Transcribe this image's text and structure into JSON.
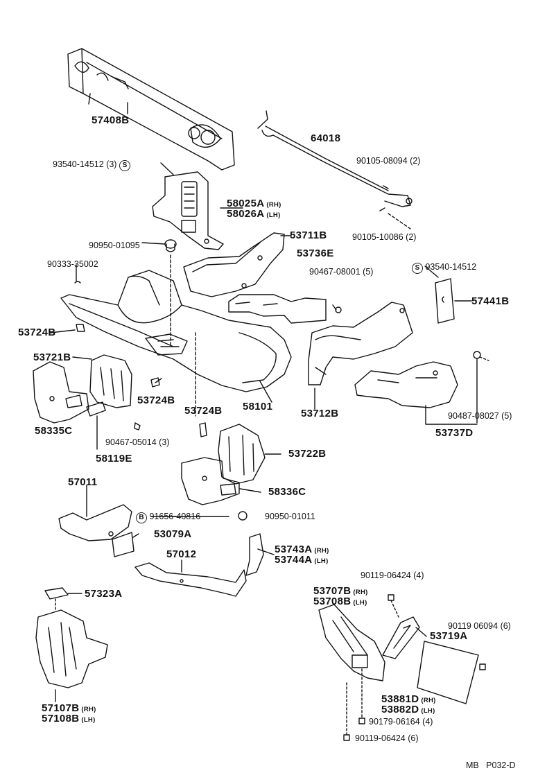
{
  "parts": [
    {
      "id": "p57408B",
      "number": "57408B"
    },
    {
      "id": "p64018",
      "number": "64018"
    },
    {
      "id": "p93540_3",
      "number": "93540-14512",
      "qty": "(3)"
    },
    {
      "id": "p90105_08094",
      "number": "90105-08094",
      "qty": "(2)"
    },
    {
      "id": "p58025A",
      "number": "58025A",
      "side": "(RH)"
    },
    {
      "id": "p58026A",
      "number": "58026A",
      "side": "(LH)"
    },
    {
      "id": "p90105_10086",
      "number": "90105-10086",
      "qty": "(2)"
    },
    {
      "id": "p90950_01095",
      "number": "90950-01095"
    },
    {
      "id": "p53711B",
      "number": "53711B"
    },
    {
      "id": "p53736E",
      "number": "53736E"
    },
    {
      "id": "p90333",
      "number": "90333-35002"
    },
    {
      "id": "p90467_08001",
      "number": "90467-08001",
      "qty": "(5)"
    },
    {
      "id": "p93540_b",
      "number": "93540-14512"
    },
    {
      "id": "p57441B",
      "number": "57441B"
    },
    {
      "id": "p53724B_a",
      "number": "53724B"
    },
    {
      "id": "p53721B",
      "number": "53721B"
    },
    {
      "id": "p53724B_b",
      "number": "53724B"
    },
    {
      "id": "p53724B_c",
      "number": "53724B"
    },
    {
      "id": "p58101",
      "number": "58101"
    },
    {
      "id": "p53712B",
      "number": "53712B"
    },
    {
      "id": "p90487",
      "number": "90487-08027",
      "qty": "(5)"
    },
    {
      "id": "p58335C",
      "number": "58335C"
    },
    {
      "id": "p90467_05014",
      "number": "90467-05014",
      "qty": "(3)"
    },
    {
      "id": "p58119E",
      "number": "58119E"
    },
    {
      "id": "p53737D",
      "number": "53737D"
    },
    {
      "id": "p53722B",
      "number": "53722B"
    },
    {
      "id": "p58336C",
      "number": "58336C"
    },
    {
      "id": "p57011",
      "number": "57011"
    },
    {
      "id": "p91656",
      "number": "91656-40816"
    },
    {
      "id": "p90950_01011",
      "number": "90950-01011"
    },
    {
      "id": "p53079A",
      "number": "53079A"
    },
    {
      "id": "p57012",
      "number": "57012"
    },
    {
      "id": "p53743A",
      "number": "53743A",
      "side": "(RH)"
    },
    {
      "id": "p53744A",
      "number": "53744A",
      "side": "(LH)"
    },
    {
      "id": "p90119_a",
      "number": "90119-06424",
      "qty": "(4)"
    },
    {
      "id": "p57323A",
      "number": "57323A"
    },
    {
      "id": "p53707B",
      "number": "53707B",
      "side": "(RH)"
    },
    {
      "id": "p53708B",
      "number": "53708B",
      "side": "(LH)"
    },
    {
      "id": "p53719A",
      "number": "53719A"
    },
    {
      "id": "p90119_06094",
      "number": "90119 06094",
      "qty": "(6)"
    },
    {
      "id": "p53881D",
      "number": "53881D",
      "side": "(RH)"
    },
    {
      "id": "p53882D",
      "number": "53882D",
      "side": "(LH)"
    },
    {
      "id": "p90179",
      "number": "90179-06164",
      "qty": "(4)"
    },
    {
      "id": "p90119_b",
      "number": "90119-06424",
      "qty": "(6)"
    },
    {
      "id": "p57107B",
      "number": "57107B",
      "side": "(RH)"
    },
    {
      "id": "p57108B",
      "number": "57108B",
      "side": "(LH)"
    }
  ],
  "symbols": {
    "s": "S",
    "b": "B"
  },
  "footer": "MB   P032-D"
}
